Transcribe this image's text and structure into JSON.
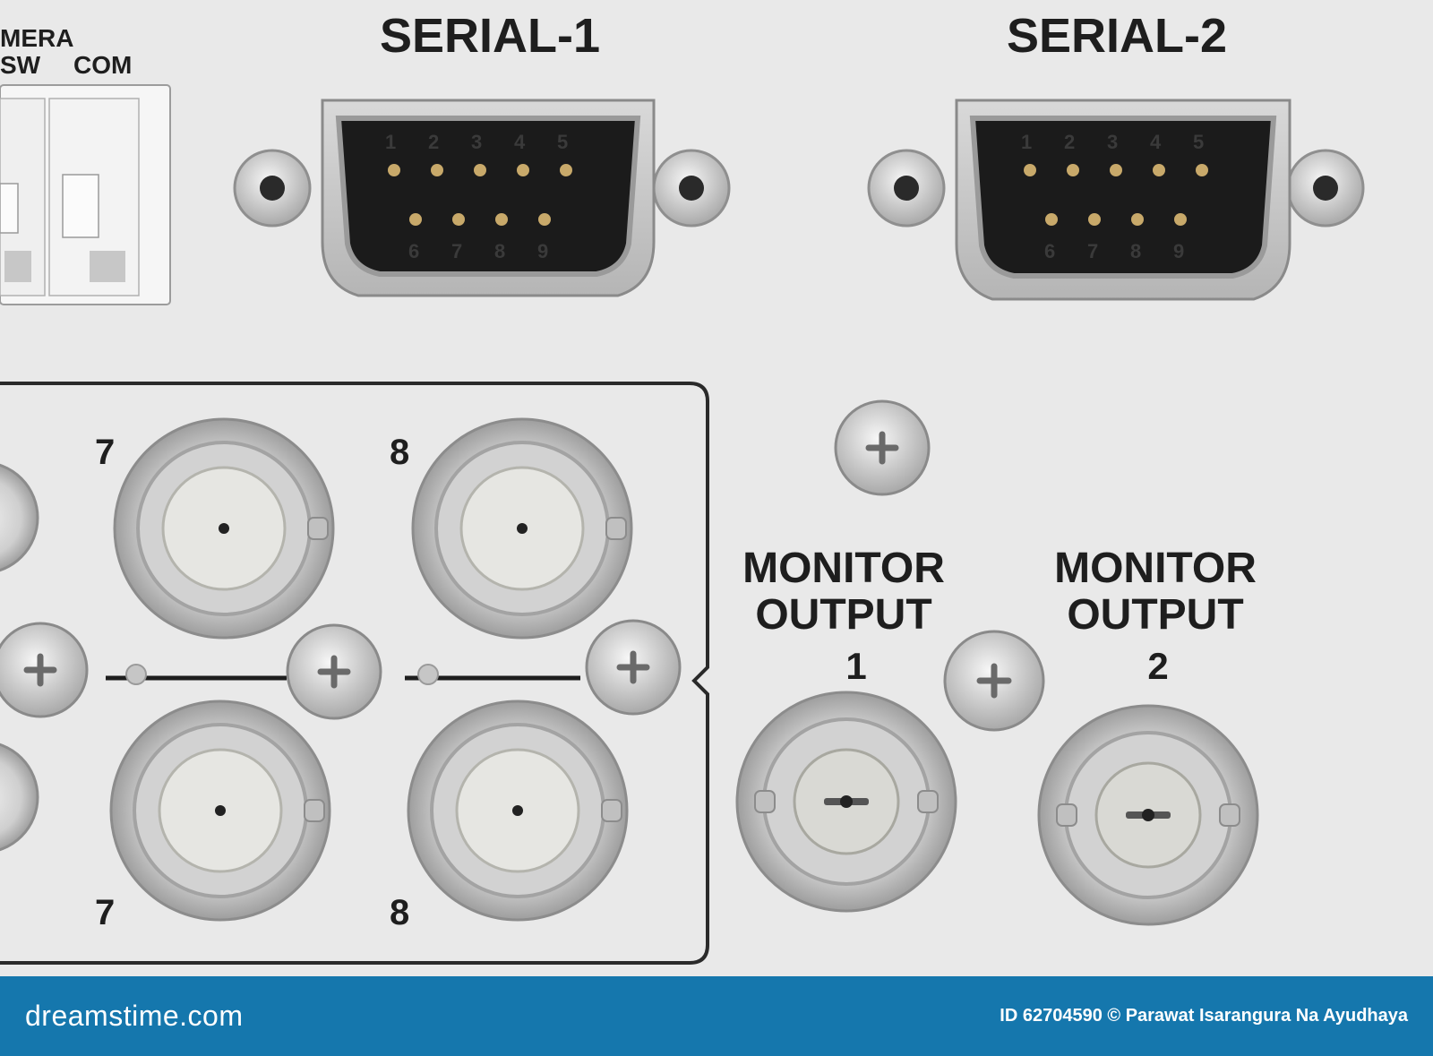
{
  "panel_labels": {
    "camera_fragment": "MERA",
    "sw": "SW",
    "com": "COM",
    "serial_1": "SERIAL-1",
    "serial_2": "SERIAL-2",
    "bnc_top_left": "7",
    "bnc_top_right": "8",
    "bnc_bottom_left": "7",
    "bnc_bottom_right": "8",
    "monitor_1_line1": "MONITOR",
    "monitor_1_line2": "OUTPUT",
    "monitor_1_num": "1",
    "monitor_2_line1": "MONITOR",
    "monitor_2_line2": "OUTPUT",
    "monitor_2_num": "2"
  },
  "db9_pin_numbers": {
    "top": [
      "1",
      "2",
      "3",
      "4",
      "5"
    ],
    "bottom": [
      "6",
      "7",
      "8",
      "9"
    ]
  },
  "footer": {
    "brand": "dreamstime.com",
    "credit": "ID 62704590 © Parawat Isarangura Na Ayudhaya"
  },
  "colors": {
    "panel": "#e9e9e9",
    "footer_bar": "#1577ad",
    "label_text": "#1e1e1e",
    "metal": "#c9c9c9",
    "connector_face": "#1b1b1b",
    "pin_gold": "#c8a96a"
  }
}
